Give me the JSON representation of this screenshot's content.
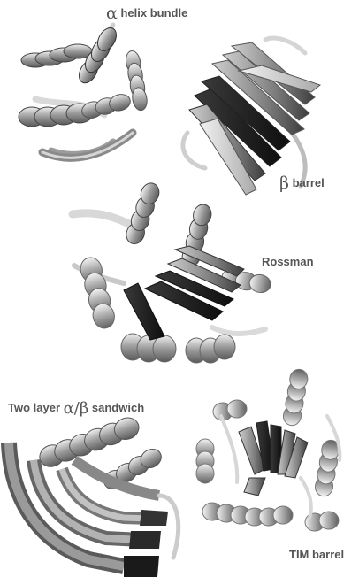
{
  "labels": {
    "helix_bundle": {
      "symbol": "α",
      "text": "helix bundle"
    },
    "beta_barrel": {
      "symbol": "β",
      "text": "barrel"
    },
    "rossman": {
      "text": "Rossman"
    },
    "sandwich": {
      "text_before": "Two layer",
      "symbol": "α/β",
      "text_after": "sandwich"
    },
    "tim_barrel": {
      "text": "TIM barrel"
    }
  },
  "colors": {
    "dark_strand": "#1e1e1e",
    "mid_grey": "#7a7a7a",
    "light_grey": "#c8c8c8",
    "outline": "#4a4a4a",
    "label": "#555555",
    "background": "#ffffff"
  }
}
